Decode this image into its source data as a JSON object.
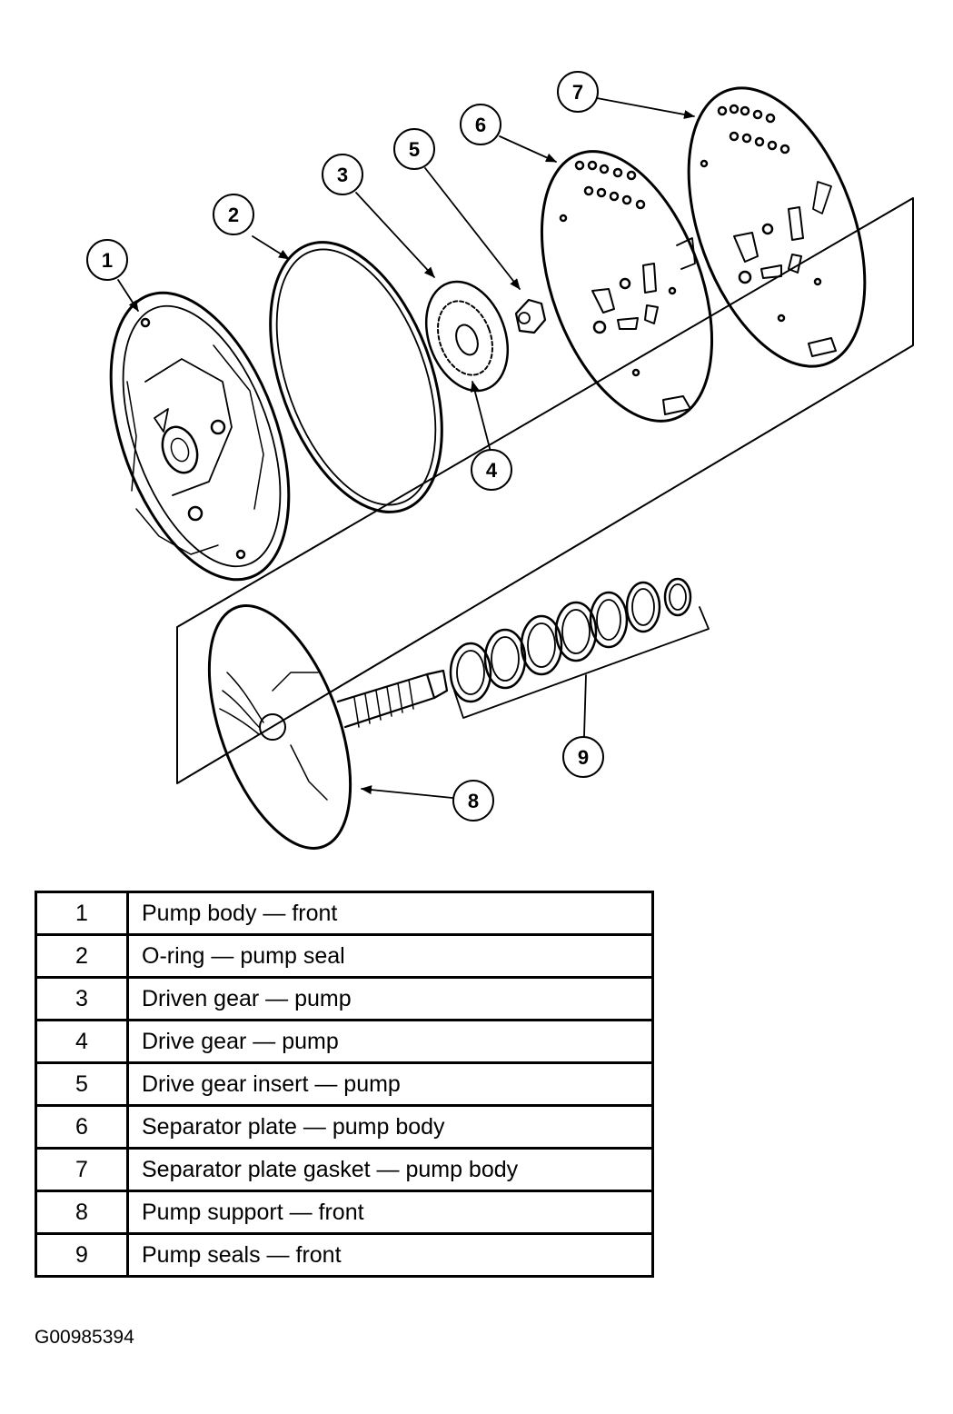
{
  "callouts": [
    "1",
    "2",
    "3",
    "4",
    "5",
    "6",
    "7",
    "8",
    "9"
  ],
  "parts": [
    {
      "number": "1",
      "description": "Pump body — front"
    },
    {
      "number": "2",
      "description": "O-ring — pump seal"
    },
    {
      "number": "3",
      "description": "Driven gear — pump"
    },
    {
      "number": "4",
      "description": "Drive gear — pump"
    },
    {
      "number": "5",
      "description": "Drive gear insert — pump"
    },
    {
      "number": "6",
      "description": "Separator plate — pump body"
    },
    {
      "number": "7",
      "description": "Separator plate gasket — pump body"
    },
    {
      "number": "8",
      "description": "Pump support — front"
    },
    {
      "number": "9",
      "description": "Pump seals — front"
    }
  ],
  "figure_id": "G00985394"
}
